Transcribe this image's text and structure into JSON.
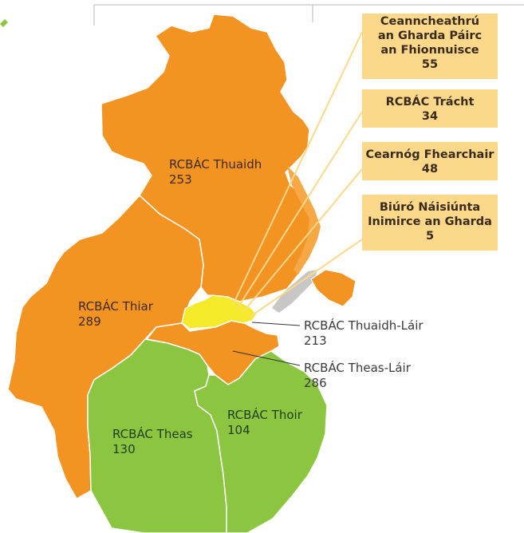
{
  "colors": {
    "orange": "#f39322",
    "green": "#8cc540",
    "yellow": "#f5ea2a",
    "callout": "#fcd98a",
    "water": "#c9c7c6"
  },
  "regions": {
    "north": {
      "name": "RCBÁC Thuaidh",
      "value": "253"
    },
    "west": {
      "name": "RCBÁC Thiar",
      "value": "289"
    },
    "south": {
      "name": "RCBÁC Theas",
      "value": "130"
    },
    "east": {
      "name": "RCBÁC Thoir",
      "value": "104"
    },
    "north_central": {
      "name": "RCBÁC Thuaidh-Láir",
      "value": "213"
    },
    "south_central": {
      "name": "RCBÁC Theas-Láir",
      "value": "286"
    }
  },
  "callouts": [
    {
      "lines": [
        "Ceanncheathrú",
        "an Gharda Páirc",
        "an Fhionnuisce"
      ],
      "value": "55"
    },
    {
      "lines": [
        "RCBÁC Trácht"
      ],
      "value": "34"
    },
    {
      "lines": [
        "Cearnóg Fhearchair"
      ],
      "value": "48"
    },
    {
      "lines": [
        "Biúró Náisiúnta",
        "Inimirce an Gharda"
      ],
      "value": "5"
    }
  ]
}
